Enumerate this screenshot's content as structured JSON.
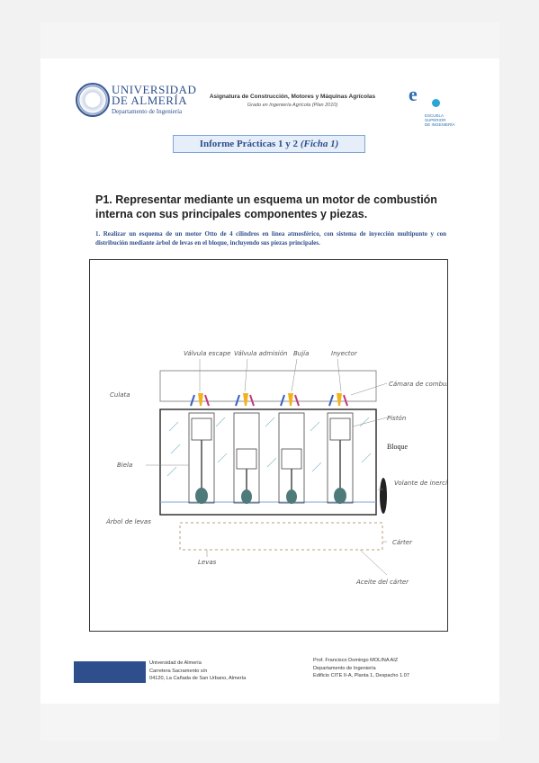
{
  "header": {
    "university_line1": "UNIVERSIDAD",
    "university_line2": "DE ALMERÍA",
    "department": "Departamento de Ingeniería",
    "subject": "Asignatura de Construcción, Motores y Máquinas Agrícolas",
    "degree": "Grado en Ingeniería Agrícola (Plan 2010)",
    "esi_logo_text_1": "ESCUELA SUPERIOR",
    "esi_logo_text_2": "DE INGENIERÍA"
  },
  "banner": {
    "text": "Informe Prácticas 1 y 2",
    "italic": "(Ficha 1)"
  },
  "section": {
    "title": "P1. Representar mediante un esquema un motor de combustión interna con sus principales componentes y piezas.",
    "question": "1. Realizar un esquema de un motor Otto de 4 cilindros en línea atmosférico, con sistema de inyección multipunto y con distribución mediante árbol de levas en el bloque, incluyendo sus piezas principales."
  },
  "figure": {
    "labels": {
      "valvula_escape": "Válvula escape",
      "culata": "Culata",
      "valvula_admision": "Válvula admisión",
      "bujia": "Bujía",
      "inyector": "Inyector",
      "camara": "Cámara de combustión",
      "piston": "Pistón",
      "bloque": "Bloque",
      "biela": "Biela",
      "volante": "Volante de inercia",
      "arbol": "Árbol de levas",
      "carter": "Cárter",
      "levas": "Levas",
      "aceite": "Aceite del cárter"
    }
  },
  "footer": {
    "left_line1": "Universidad de Almería",
    "left_line2": "Carretera Sacramento s/n",
    "left_line3": "04120, La Cañada de San Urbano, Almería",
    "right_line1": "Prof. Francisco Domingo MOLINA AIZ",
    "right_line2": "Departamento de Ingeniería",
    "right_line3": "Edificio CITE II-A, Planta 1, Despacho 1.07"
  },
  "colors": {
    "brand_blue": "#2e4f8c",
    "banner_bg": "#e6eefa",
    "banner_border": "#7ea5d8"
  }
}
